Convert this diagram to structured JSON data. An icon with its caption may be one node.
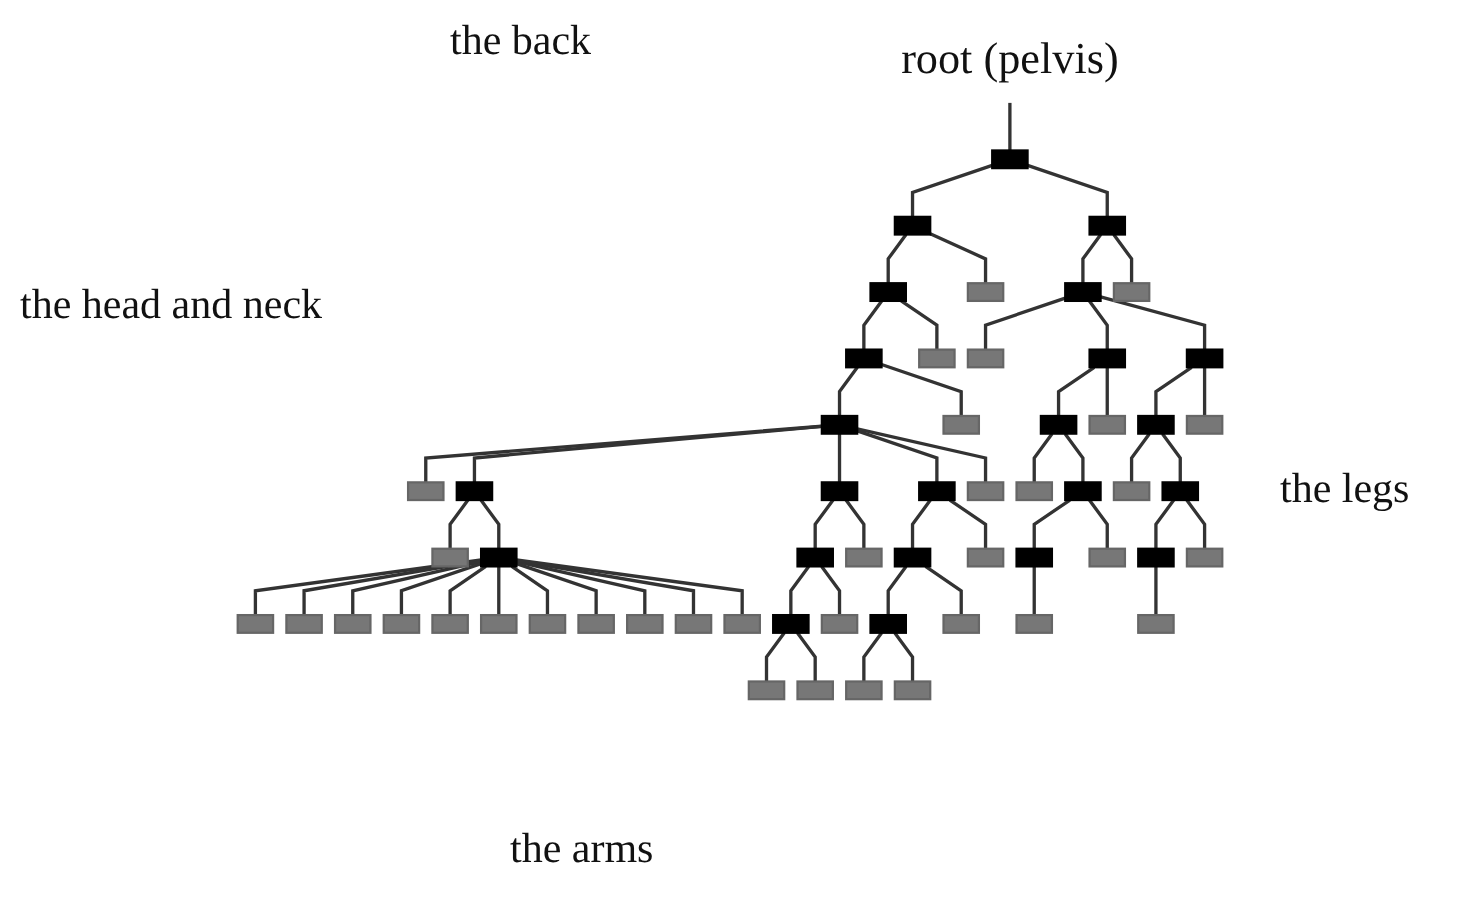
{
  "diagram": {
    "nodes": [
      {
        "text": [
          "root (pelvis)"
        ]
      },
      {
        "text": [],
        "shape": "box"
      },
      {
        "text": [],
        "shape": "box"
      },
      {
        "text": [],
        "shape": "box"
      },
      {
        "text": [],
        "shape": "box"
      },
      {
        "text": [],
        "shape": "box"
      },
      {
        "text": [],
        "shape": "box"
      },
      {
        "text": [],
        "shape": "box"
      },
      {
        "text": [],
        "shape": "box"
      },
      {
        "text": [],
        "shape": "box"
      },
      {
        "text": [],
        "shape": "box"
      },
      {
        "text": [],
        "shape": "box"
      },
      {
        "text": [],
        "shape": "box"
      },
      {
        "text": [],
        "shape": "box"
      },
      {
        "text": [],
        "shape": "box"
      },
      {
        "text": [],
        "shape": "box"
      },
      {
        "text": [],
        "shape": "box"
      },
      {
        "text": [],
        "shape": "box"
      },
      {
        "text": [],
        "shape": "box"
      },
      {
        "text": [],
        "shape": "box"
      },
      {
        "text": [],
        "shape": "box"
      },
      {
        "text": [],
        "shape": "box"
      },
      {
        "text": [],
        "shape": "box"
      },
      {
        "text": [],
        "shape": "box"
      },
      {
        "text": [],
        "shape": "box"
      },
      {
        "text": [],
        "shape": "box"
      },
      {
        "text": [],
        "shape": "box"
      },
      {
        "text": [],
        "shape": "box"
      },
      {
        "text": [],
        "shape": "box"
      },
      {
        "text": [],
        "shape": "box"
      },
      {
        "text": [],
        "shape": "box"
      },
      {
        "text": [],
        "shape": "box"
      },
      {
        "text": [],
        "shape": "box"
      },
      {
        "text": [],
        "shape": "box"
      },
      {
        "text": [],
        "shape": "box"
      },
      {
        "text": [],
        "shape": "box"
      },
      {
        "text": [],
        "shape": "box"
      },
      {
        "text": [],
        "shape": "box"
      },
      {
        "text": [],
        "shape": "box"
      },
      {
        "text": [],
        "shape": "box"
      },
      {
        "text": [],
        "shape": "box"
      },
      {
        "text": [],
        "shape": "box"
      },
      {
        "text": [],
        "shape": "box"
      },
      {
        "text": [],
        "shape": "box"
      },
      {
        "text": [],
        "shape": "box"
      },
      {
        "text": [],
        "shape": "box"
      },
      {
        "text": [],
        "shape": "box"
      },
      {
        "text": [],
        "shape": "box"
      },
      {
        "text": [],
        "shape": "box"
      },
      {
        "text": [],
        "shape": "box"
      },
      {
        "text": [],
        "shape": "box"
      },
      {
        "text": [],
        "shape": "box"
      },
      {
        "text": [],
        "shape": "box"
      },
      {
        "text": [],
        "shape": "box"
      },
      {
        "text": [],
        "shape": "box"
      },
      {
        "text": [],
        "shape": "box"
      },
      {
        "text": [],
        "shape": "box"
      },
      {
        "text": [],
        "shape": "box"
      },
      {
        "text": [],
        "shape": "box"
      }
    ],
    "edges": [
      {
        "from": 0,
        "to": 1,
        "arrow": "none"
      },
      {
        "from": 1,
        "to": 2,
        "arrow": "none"
      },
      {
        "from": 1,
        "to": 3,
        "arrow": "none"
      },
      {
        "from": 2,
        "to": 4,
        "arrow": "none"
      },
      {
        "from": 2,
        "to": 5,
        "arrow": "none"
      },
      {
        "from": 3,
        "to": 6,
        "arrow": "none"
      },
      {
        "from": 3,
        "to": 7,
        "arrow": "none"
      },
      {
        "from": 4,
        "to": 8,
        "arrow": "none"
      },
      {
        "from": 4,
        "to": 9,
        "arrow": "none"
      },
      {
        "from": 6,
        "to": 10,
        "arrow": "none"
      },
      {
        "from": 6,
        "to": 11,
        "arrow": "none"
      },
      {
        "from": 6,
        "to": 12,
        "arrow": "none"
      },
      {
        "from": 8,
        "to": 13,
        "arrow": "none"
      },
      {
        "from": 8,
        "to": 14,
        "arrow": "none"
      },
      {
        "from": 11,
        "to": 15,
        "arrow": "none"
      },
      {
        "from": 11,
        "to": 16,
        "arrow": "none"
      },
      {
        "from": 12,
        "to": 17,
        "arrow": "none"
      },
      {
        "from": 12,
        "to": 18,
        "arrow": "none"
      },
      {
        "from": 13,
        "to": 19,
        "arrow": "none"
      },
      {
        "from": 13,
        "to": 20,
        "arrow": "none"
      },
      {
        "from": 13,
        "to": 21,
        "arrow": "none"
      },
      {
        "from": 13,
        "to": 22,
        "arrow": "none"
      },
      {
        "from": 13,
        "to": 23,
        "arrow": "none"
      },
      {
        "from": 15,
        "to": 24,
        "arrow": "none"
      },
      {
        "from": 15,
        "to": 25,
        "arrow": "none"
      },
      {
        "from": 17,
        "to": 26,
        "arrow": "none"
      },
      {
        "from": 17,
        "to": 27,
        "arrow": "none"
      },
      {
        "from": 20,
        "to": 28,
        "arrow": "none"
      },
      {
        "from": 20,
        "to": 29,
        "arrow": "none"
      },
      {
        "from": 21,
        "to": 30,
        "arrow": "none"
      },
      {
        "from": 21,
        "to": 31,
        "arrow": "none"
      },
      {
        "from": 22,
        "to": 32,
        "arrow": "none"
      },
      {
        "from": 22,
        "to": 33,
        "arrow": "none"
      },
      {
        "from": 25,
        "to": 34,
        "arrow": "none"
      },
      {
        "from": 25,
        "to": 35,
        "arrow": "none"
      },
      {
        "from": 27,
        "to": 36,
        "arrow": "none"
      },
      {
        "from": 27,
        "to": 37,
        "arrow": "none"
      },
      {
        "from": 29,
        "to": 38,
        "arrow": "none"
      },
      {
        "from": 29,
        "to": 39,
        "arrow": "none"
      },
      {
        "from": 29,
        "to": 40,
        "arrow": "none"
      },
      {
        "from": 29,
        "to": 41,
        "arrow": "none"
      },
      {
        "from": 29,
        "to": 42,
        "arrow": "none"
      },
      {
        "from": 29,
        "to": 43,
        "arrow": "none"
      },
      {
        "from": 29,
        "to": 44,
        "arrow": "none"
      },
      {
        "from": 29,
        "to": 45,
        "arrow": "none"
      },
      {
        "from": 29,
        "to": 46,
        "arrow": "none"
      },
      {
        "from": 29,
        "to": 47,
        "arrow": "none"
      },
      {
        "from": 29,
        "to": 48,
        "arrow": "none"
      },
      {
        "from": 30,
        "to": 49,
        "arrow": "none"
      },
      {
        "from": 30,
        "to": 50,
        "arrow": "none"
      },
      {
        "from": 32,
        "to": 51,
        "arrow": "none"
      },
      {
        "from": 32,
        "to": 52,
        "arrow": "none"
      },
      {
        "from": 34,
        "to": 53,
        "arrow": "none"
      },
      {
        "from": 36,
        "to": 54,
        "arrow": "none"
      },
      {
        "from": 49,
        "to": 55,
        "arrow": "none"
      },
      {
        "from": 49,
        "to": 56,
        "arrow": "none"
      },
      {
        "from": 51,
        "to": 57,
        "arrow": "none"
      },
      {
        "from": 51,
        "to": 58,
        "arrow": "none"
      }
    ],
    "labels": [
      "the back",
      "the head and neck",
      "the legs",
      "the arms"
    ]
  }
}
